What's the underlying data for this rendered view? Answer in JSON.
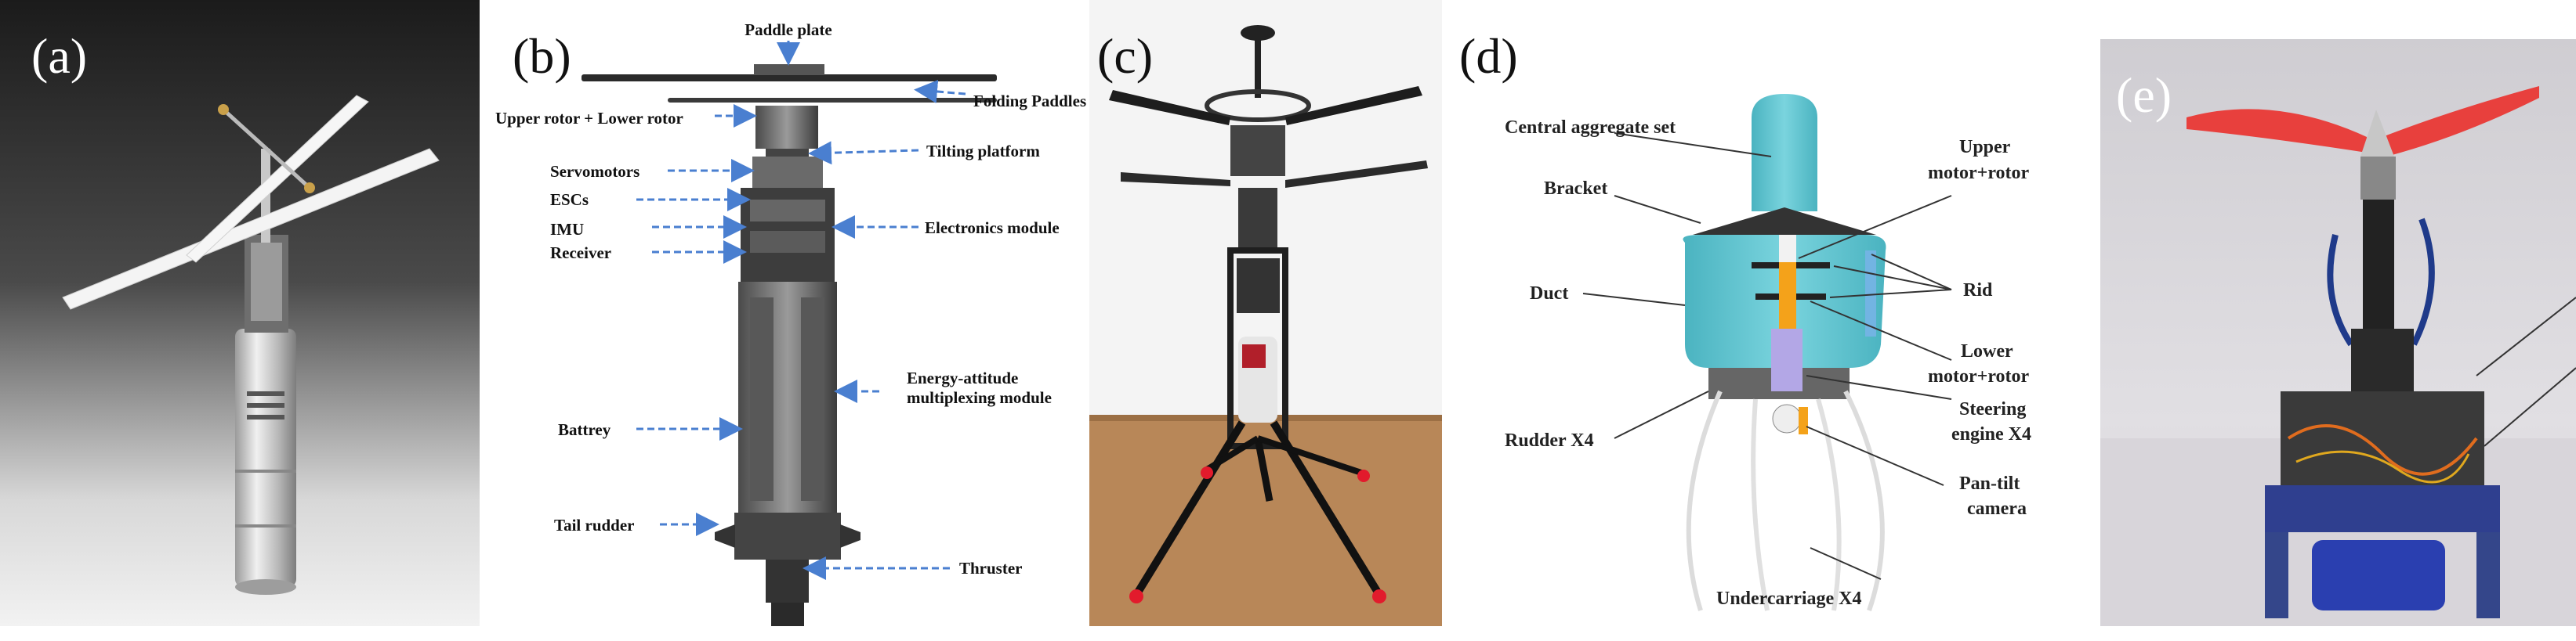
{
  "panels": {
    "a": {
      "label": "(a)"
    },
    "b": {
      "label": "(b)",
      "labels": {
        "paddle_plate": "Paddle plate",
        "folding_paddles": "Folding Paddles",
        "upper_lower_rotor": "Upper rotor + Lower rotor",
        "tilting_platform": "Tilting platform",
        "servomotors": "Servomotors",
        "escs": "ESCs",
        "imu": "IMU",
        "receiver": "Receiver",
        "electronics_module": "Electronics module",
        "energy_line1": "Energy-attitude",
        "energy_line2": "multiplexing module",
        "battery": "Battrey",
        "tail_rudder": "Tail rudder",
        "thruster": "Thruster"
      }
    },
    "c": {
      "label": "(c)"
    },
    "d": {
      "label": "(d)",
      "labels": {
        "central_aggregate": "Central aggregate set",
        "upper_motor_l1": "Upper",
        "upper_motor_l2": "motor+rotor",
        "bracket": "Bracket",
        "rid": "Rid",
        "duct": "Duct",
        "lower_motor_l1": "Lower",
        "lower_motor_l2": "motor+rotor",
        "steering_l1": "Steering",
        "steering_l2": "engine X4",
        "rudder": "Rudder X4",
        "pantilt_l1": "Pan-tilt",
        "pantilt_l2": "camera",
        "undercarriage": "Undercarriage X4"
      }
    },
    "e": {
      "label": "(e)"
    }
  },
  "colors": {
    "arrow_blue": "#4a7fd0",
    "duct_teal": "#5fc3cf",
    "rotor_red": "#e8403d",
    "photo_dark": "#2a2a2a"
  }
}
